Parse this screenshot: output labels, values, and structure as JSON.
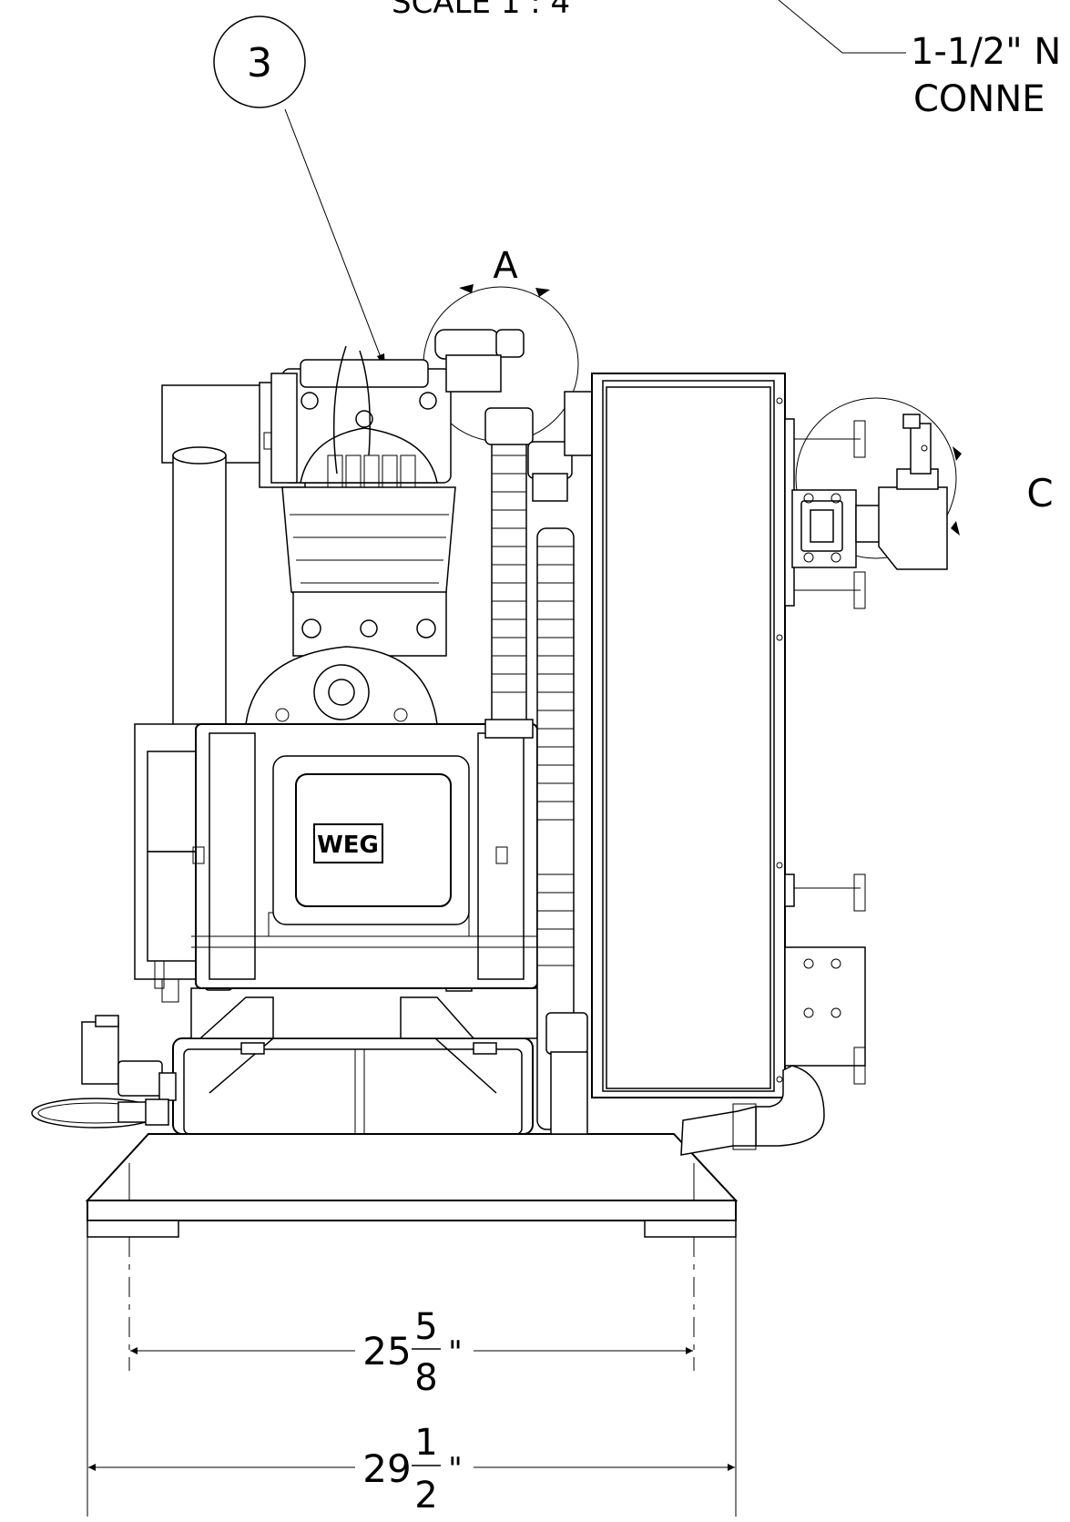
{
  "header": {
    "scale_text": "SCALE 1 : 4",
    "connection_line1": "1-1/2\" N",
    "connection_line2": "CONNE"
  },
  "balloon": {
    "number": "3"
  },
  "details": {
    "detail_a": "A",
    "detail_c": "C"
  },
  "motor": {
    "brand": "WEG"
  },
  "dimensions": {
    "inner": {
      "whole": "25",
      "num": "5",
      "den": "8",
      "unit": "\""
    },
    "outer": {
      "whole": "29",
      "num": "1",
      "den": "2",
      "unit": "\""
    }
  },
  "colors": {
    "line": "#000000",
    "background": "#ffffff"
  }
}
